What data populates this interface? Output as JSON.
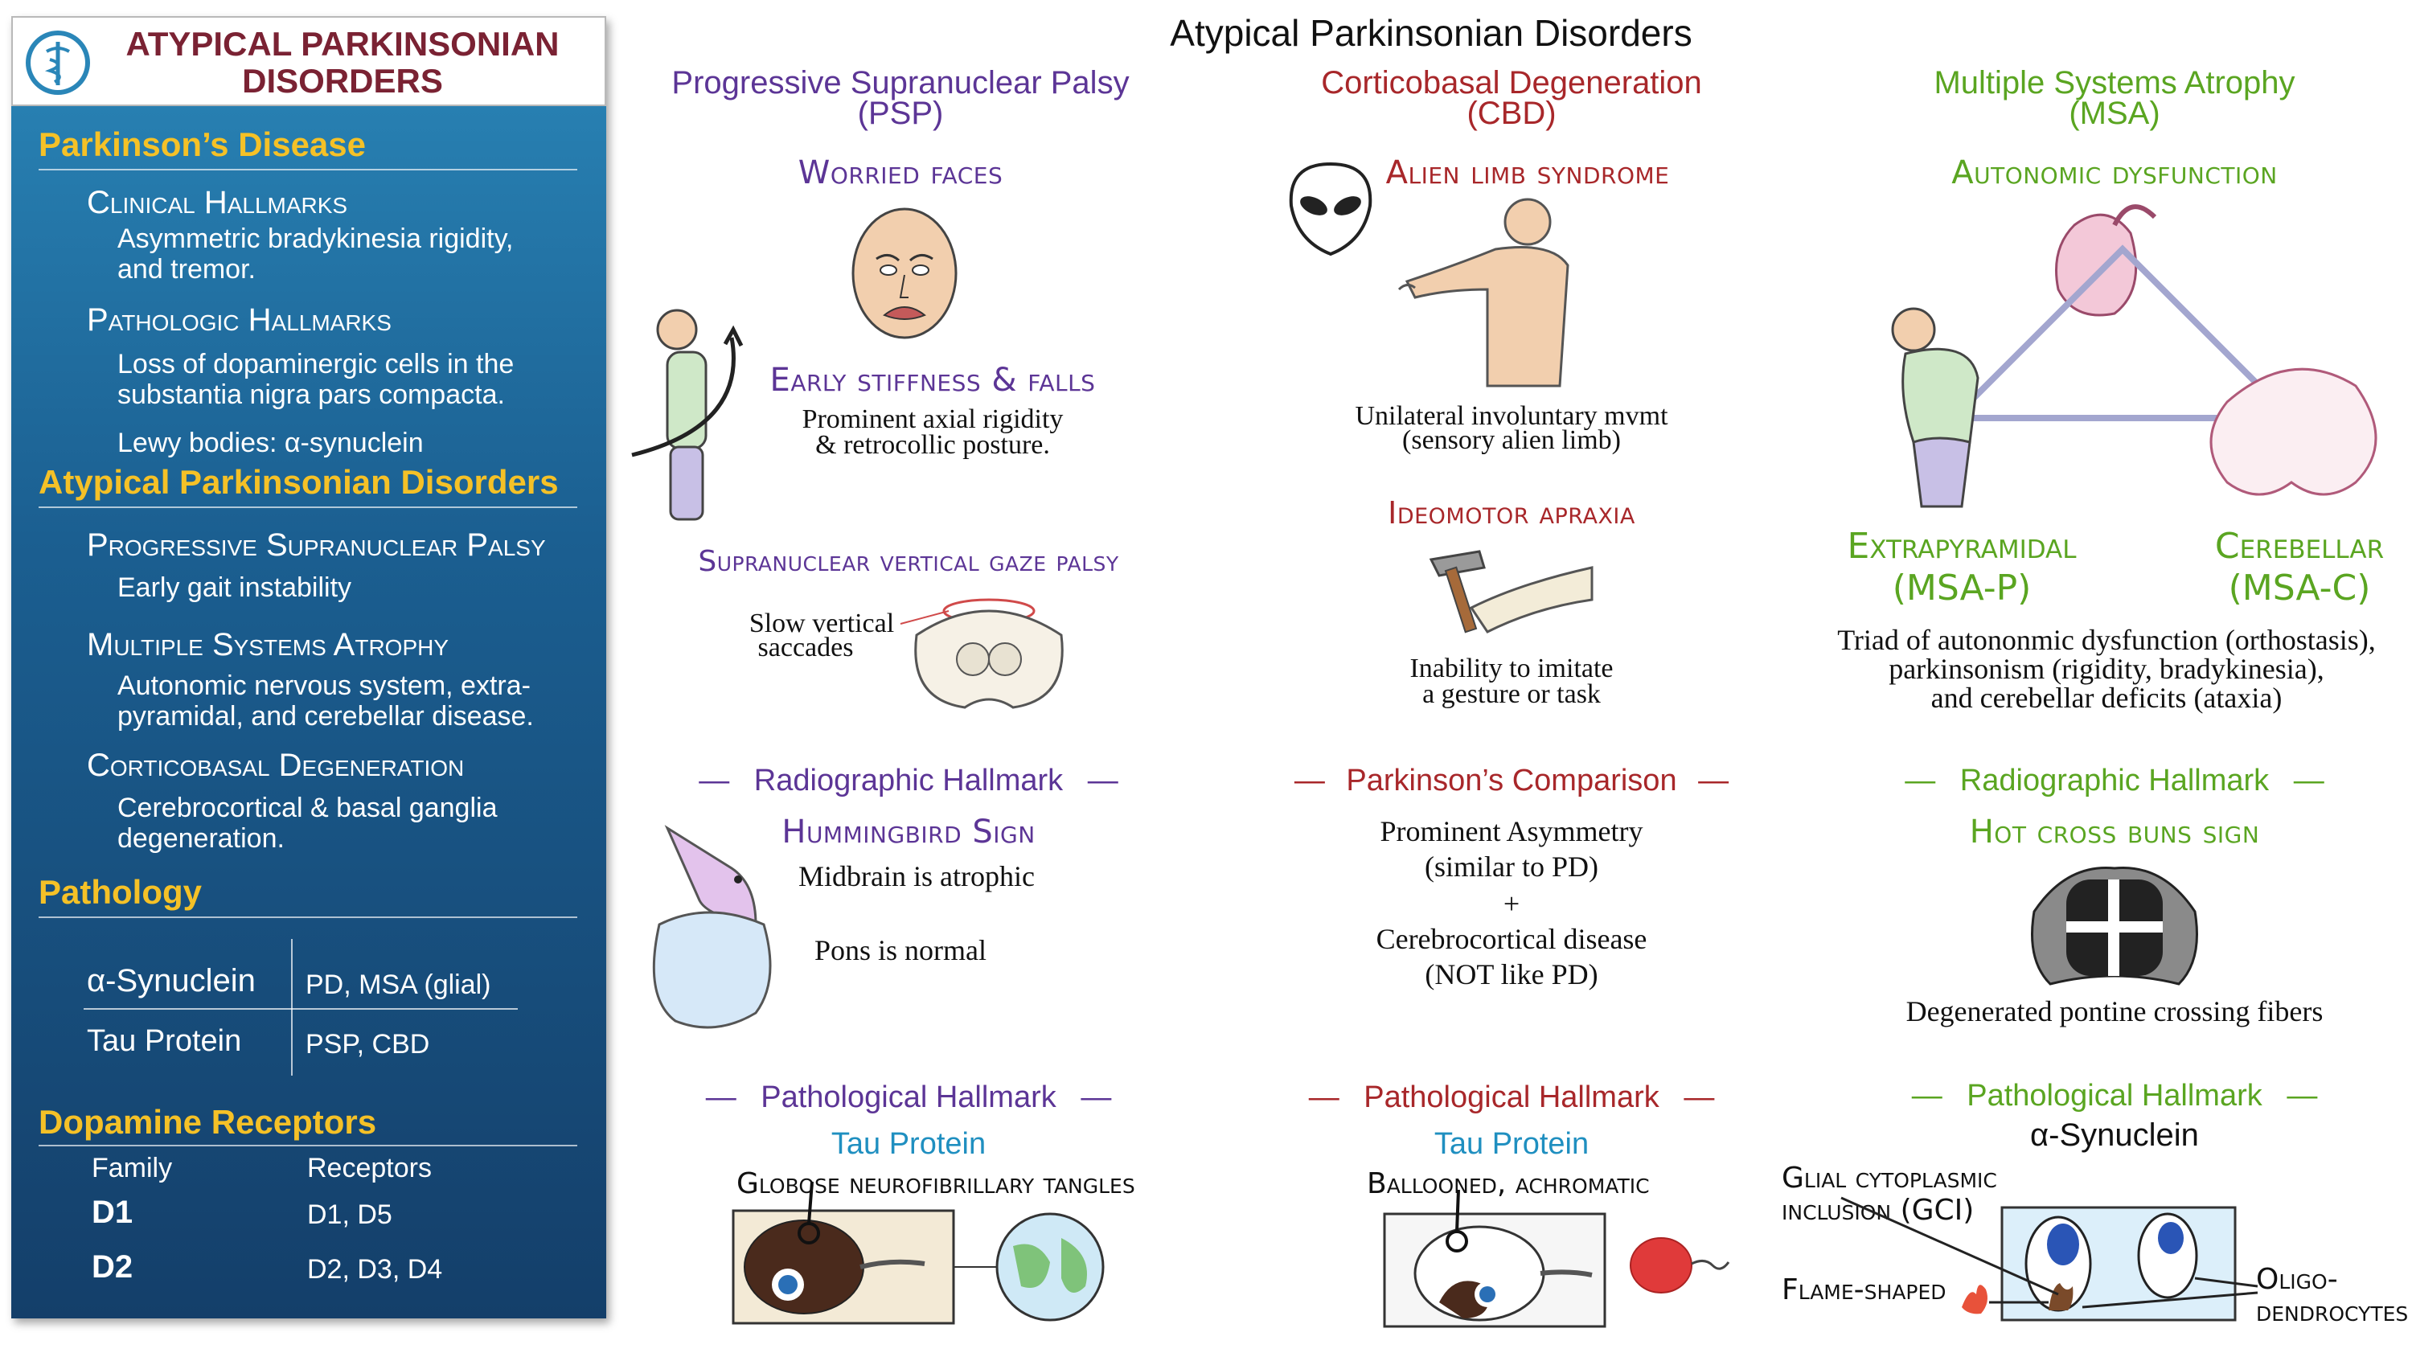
{
  "sidebar": {
    "title_line1": "ATYPICAL PARKINSONIAN",
    "title_line2": "DISORDERS",
    "logo_icon": "caduceus-icon",
    "pd": {
      "heading": "Parkinson’s Disease",
      "clinical_title": "Clinical Hallmarks",
      "clinical_line1": "Asymmetric bradykinesia  rigidity,",
      "clinical_line2": "and tremor.",
      "pathologic_title": "Pathologic Hallmarks",
      "pathologic_line1": "Loss of dopaminergic cells in the",
      "pathologic_line2": "substantia nigra pars compacta.",
      "lewy": "Lewy bodies: α-synuclein"
    },
    "apd": {
      "heading": "Atypical Parkinsonian Disorders",
      "psp_title": "Progressive Supranuclear Palsy",
      "psp_text": "Early gait instability",
      "msa_title": "Multiple Systems Atrophy",
      "msa_line1": "Autonomic nervous system, extra-",
      "msa_line2": "pyramidal, and cerebellar disease.",
      "cbd_title": "Corticobasal Degeneration",
      "cbd_line1": "Cerebrocortical & basal ganglia",
      "cbd_line2": "degeneration."
    },
    "pathology": {
      "heading": "Pathology",
      "row1_label": "α-Synuclein",
      "row1_value": "PD,  MSA (glial)",
      "row2_label": "Tau Protein",
      "row2_value": "PSP, CBD"
    },
    "dopamine": {
      "heading": "Dopamine Receptors",
      "col1": "Family",
      "col2": "Receptors",
      "r1_family": "D1",
      "r1_receptors": "D1, D5",
      "r2_family": "D2",
      "r2_receptors": "D2, D3, D4"
    }
  },
  "main": {
    "title": "Atypical Parkinsonian Disorders",
    "psp": {
      "title_line1": "Progressive Supranuclear Palsy",
      "title_line2": "(PSP)",
      "worried": "Worried faces",
      "stiffness": "Early stiffness & falls",
      "axial_line1": "Prominent axial rigidity",
      "axial_line2": "& retrocollic posture.",
      "gaze": "Supranuclear vertical gaze palsy",
      "saccade_line1": "Slow vertical",
      "saccade_line2": "saccades",
      "radio_head": "Radiographic Hallmark",
      "hummingbird": "Hummingbird Sign",
      "midbrain": "Midbrain is atrophic",
      "pons": "Pons is normal",
      "path_head": "Pathological Hallmark",
      "tau": "Tau Protein",
      "globose": "Globose neurofibrillary tangles"
    },
    "cbd": {
      "title_line1": "Corticobasal Degeneration",
      "title_line2": "(CBD)",
      "alien": "Alien limb syndrome",
      "unilat_line1": "Unilateral involuntary mvmt",
      "unilat_line2": "(sensory alien limb)",
      "ideomotor": "Ideomotor apraxia",
      "imitate_line1": "Inability to imitate",
      "imitate_line2": "a gesture or task",
      "comp_head": "Parkinson’s Comparison",
      "comp_line1": "Prominent Asymmetry",
      "comp_line2": "(similar to PD)",
      "comp_plus": "+",
      "comp_line3": "Cerebrocortical disease",
      "comp_line4": "(NOT like PD)",
      "path_head": "Pathological Hallmark",
      "tau": "Tau Protein",
      "ballooned": "Ballooned, achromatic"
    },
    "msa": {
      "title_line1": "Multiple Systems Atrophy",
      "title_line2": "(MSA)",
      "autonomic": "Autonomic dysfunction",
      "extra_line1": "Extrapyramidal",
      "extra_line2": "(MSA-P)",
      "cereb_line1": "Cerebellar",
      "cereb_line2": "(MSA-C)",
      "triad_line1": "Triad of autononmic dysfunction (orthostasis),",
      "triad_line2": "parkinsonism (rigidity, bradykinesia),",
      "triad_line3": "and cerebellar deficits (ataxia)",
      "radio_head": "Radiographic Hallmark",
      "hotcross": "Hot cross buns sign",
      "degen": "Degenerated pontine crossing fibers",
      "path_head": "Pathological Hallmark",
      "synuclein": "α-Synuclein",
      "gci_line1": "Glial cytoplasmic",
      "gci_line2": "inclusion (GCI)",
      "flame": "Flame-shaped",
      "oligo_line1": "Oligo-",
      "oligo_line2": "dendrocytes"
    },
    "dash": "—",
    "colors": {
      "psp": "#5c3596",
      "cbd": "#a8272a",
      "msa": "#5aa521",
      "tau": "#1f8fc0",
      "sidebar": "#1b5f91",
      "sidebar_accent": "#f5c127"
    }
  }
}
